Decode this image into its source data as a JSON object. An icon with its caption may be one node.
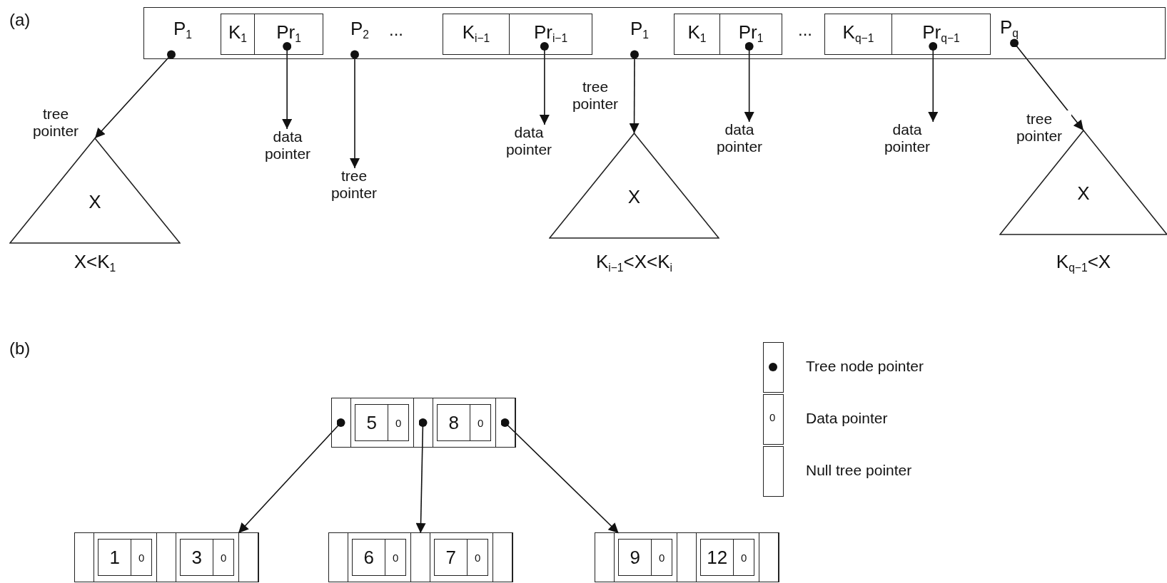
{
  "diagram": {
    "nodes": [
      {
        "text": [],
        "shape": "box"
      },
      {
        "text": [
          "P$_{1}$"
        ],
        "in": 0
      },
      {
        "text": [
          "K$_{1}$"
        ],
        "in": 0
      },
      {
        "text": [
          "Pr$_{1}$"
        ],
        "in": 0
      },
      {
        "text": [
          "P$_{2}$"
        ],
        "in": 0
      },
      {
        "text": [
          "K$_{i−1}$"
        ],
        "in": 0
      },
      {
        "text": [
          "Pr$_{i−1}$"
        ],
        "in": 0
      },
      {
        "text": [
          "P$_{1}$"
        ],
        "in": 0
      },
      {
        "text": [
          "K$_{1}$"
        ],
        "in": 0
      },
      {
        "text": [
          "Pr$_{1}$"
        ],
        "in": 0
      },
      {
        "text": [
          "K$_{q−1}$"
        ],
        "in": 0
      },
      {
        "text": [
          "Pr$_{q−1}$"
        ],
        "in": 0
      },
      {
        "text": [
          "P$_{q}$"
        ],
        "in": 0
      },
      {
        "text": [
          "X"
        ],
        "beside": [
          "X<K$_{1}$"
        ]
      },
      {
        "text": [
          "data pointer"
        ]
      },
      {
        "text": [
          "tree pointer"
        ]
      },
      {
        "text": [
          "data pointer"
        ]
      },
      {
        "text": [
          "X"
        ],
        "beside": [
          "K$_{i−1}$<X<K$_{i}$"
        ]
      },
      {
        "text": [
          "data pointer"
        ]
      },
      {
        "text": [
          "data pointer"
        ]
      },
      {
        "text": [
          "X"
        ],
        "beside": [
          "K$_{q−1}$<X"
        ]
      },
      {
        "text": [],
        "shape": "box"
      },
      {
        "text": [],
        "shape": "box",
        "in": 21
      },
      {
        "text": [
          "5",
          "0"
        ],
        "in": 21
      },
      {
        "text": [],
        "shape": "box",
        "in": 21
      },
      {
        "text": [
          "8",
          "0"
        ],
        "in": 21
      },
      {
        "text": [],
        "shape": "box",
        "in": 21
      },
      {
        "text": [],
        "shape": "box"
      },
      {
        "text": [],
        "shape": "box",
        "in": 27
      },
      {
        "text": [
          "1",
          "0"
        ],
        "in": 27
      },
      {
        "text": [],
        "shape": "box",
        "in": 27
      },
      {
        "text": [
          "3",
          "0"
        ],
        "in": 27
      },
      {
        "text": [],
        "shape": "box",
        "in": 27
      },
      {
        "text": [],
        "shape": "box"
      },
      {
        "text": [],
        "shape": "box",
        "in": 33
      },
      {
        "text": [
          "6",
          "0"
        ],
        "in": 33
      },
      {
        "text": [],
        "shape": "box",
        "in": 33
      },
      {
        "text": [
          "7",
          "0"
        ],
        "in": 33
      },
      {
        "text": [],
        "shape": "box",
        "in": 33
      },
      {
        "text": [],
        "shape": "box"
      },
      {
        "text": [],
        "shape": "box",
        "in": 39
      },
      {
        "text": [
          "9",
          "0"
        ],
        "in": 39
      },
      {
        "text": [],
        "shape": "box",
        "in": 39
      },
      {
        "text": [
          "12",
          "0"
        ],
        "in": 39
      },
      {
        "text": [],
        "shape": "box",
        "in": 39
      }
    ],
    "edges": [
      {
        "from": 1,
        "to": 13,
        "arrow": "to",
        "label": "tree pointer"
      },
      {
        "from": 3,
        "to": 14,
        "arrow": "to"
      },
      {
        "from": 4,
        "to": 15,
        "arrow": "to"
      },
      {
        "from": 6,
        "to": 16,
        "arrow": "to"
      },
      {
        "from": 7,
        "to": 17,
        "arrow": "to",
        "label": "tree pointer"
      },
      {
        "from": 9,
        "to": 18,
        "arrow": "to"
      },
      {
        "from": 11,
        "to": 19,
        "arrow": "to"
      },
      {
        "from": 12,
        "to": 20,
        "arrow": "to",
        "label": "tree pointer"
      },
      {
        "from": 22,
        "to": 27,
        "arrow": "to"
      },
      {
        "from": 24,
        "to": 33,
        "arrow": "to"
      },
      {
        "from": 26,
        "to": 39,
        "arrow": "to"
      }
    ],
    "labels": [
      "(a)",
      "...",
      "...",
      "(b)",
      "0"
    ],
    "legend": [
      {
        "text": "Tree node pointer"
      },
      {
        "text": "Data pointer"
      },
      {
        "text": "Null tree pointer"
      }
    ]
  }
}
